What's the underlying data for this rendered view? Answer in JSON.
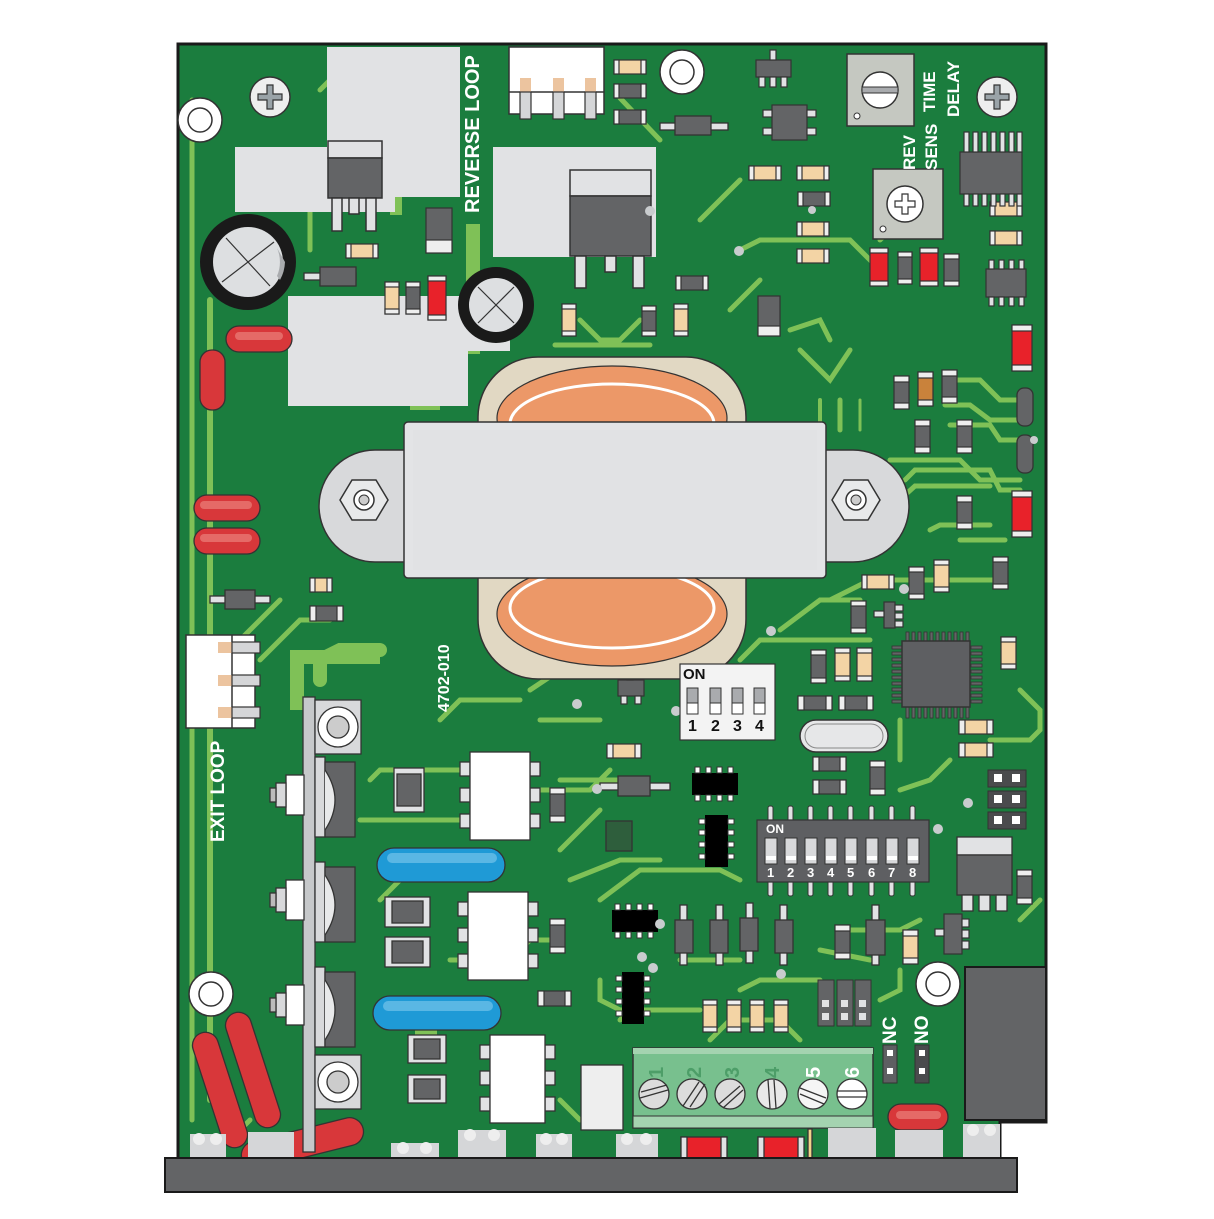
{
  "board": {
    "part_number": "4702-010",
    "colors": {
      "pcb_green": "#1b7d3e",
      "trace_green": "#7fc157",
      "silkscreen": "#ffffff",
      "pad_gray": "#e1e2e4",
      "component_dark": "#5e5f62",
      "resistor_tan": "#f3d4a5",
      "capacitor_red": "#e8222a",
      "varistor_red": "#d8373a",
      "film_cap_blue": "#1f9ad6",
      "transformer_coil": "#ec9868",
      "transformer_bobbin": "#e1d8c3",
      "terminal_block": "#6fbf8a",
      "base_plate": "#636466"
    }
  },
  "labels": {
    "reverse_loop": "REVERSE LOOP",
    "exit_loop": "EXIT LOOP",
    "time_delay_line1": "TIME",
    "time_delay_line2": "DELAY",
    "rev_sens_line1": "REV",
    "rev_sens_line2": "SENS",
    "nc": "NC",
    "no": "NO"
  },
  "dip_switch_4": {
    "on_label": "ON",
    "positions": [
      "1",
      "2",
      "3",
      "4"
    ]
  },
  "dip_switch_8": {
    "on_label": "ON",
    "positions": [
      "1",
      "2",
      "3",
      "4",
      "5",
      "6",
      "7",
      "8"
    ]
  },
  "terminal_block": {
    "terminals": [
      "1",
      "2",
      "3",
      "4",
      "5",
      "6"
    ]
  }
}
